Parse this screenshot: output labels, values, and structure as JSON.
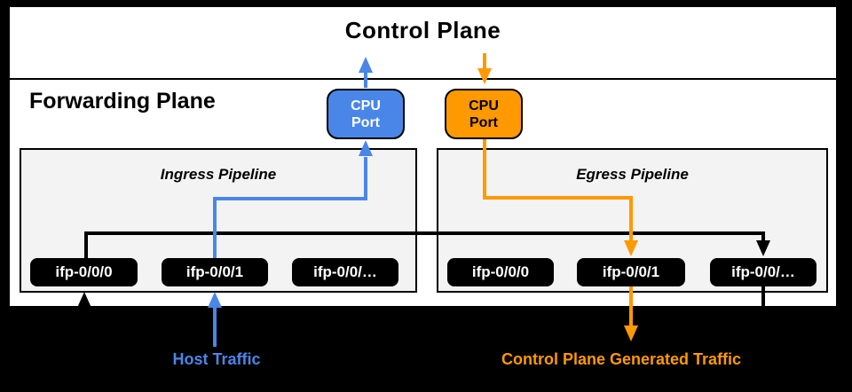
{
  "colors": {
    "canvas_bg": "#000000",
    "panel_bg": "#ffffff",
    "pipeline_bg": "#f3f3f3",
    "port_bg": "#000000",
    "port_text": "#ffffff",
    "host_blue": "#4a86e8",
    "cp_orange": "#ff9900"
  },
  "control_plane": {
    "title": "Control Plane"
  },
  "forwarding_plane": {
    "title": "Forwarding Plane"
  },
  "cpu_ports": {
    "ingress": {
      "label": "CPU\nPort"
    },
    "egress": {
      "label": "CPU\nPort"
    }
  },
  "ingress_pipeline": {
    "label": "Ingress Pipeline",
    "ports": [
      "ifp-0/0/0",
      "ifp-0/0/1",
      "ifp-0/0/…"
    ]
  },
  "egress_pipeline": {
    "label": "Egress Pipeline",
    "ports": [
      "ifp-0/0/0",
      "ifp-0/0/1",
      "ifp-0/0/…"
    ]
  },
  "legend": {
    "host_traffic": "Host Traffic",
    "control_plane_traffic": "Control Plane Generated Traffic"
  }
}
